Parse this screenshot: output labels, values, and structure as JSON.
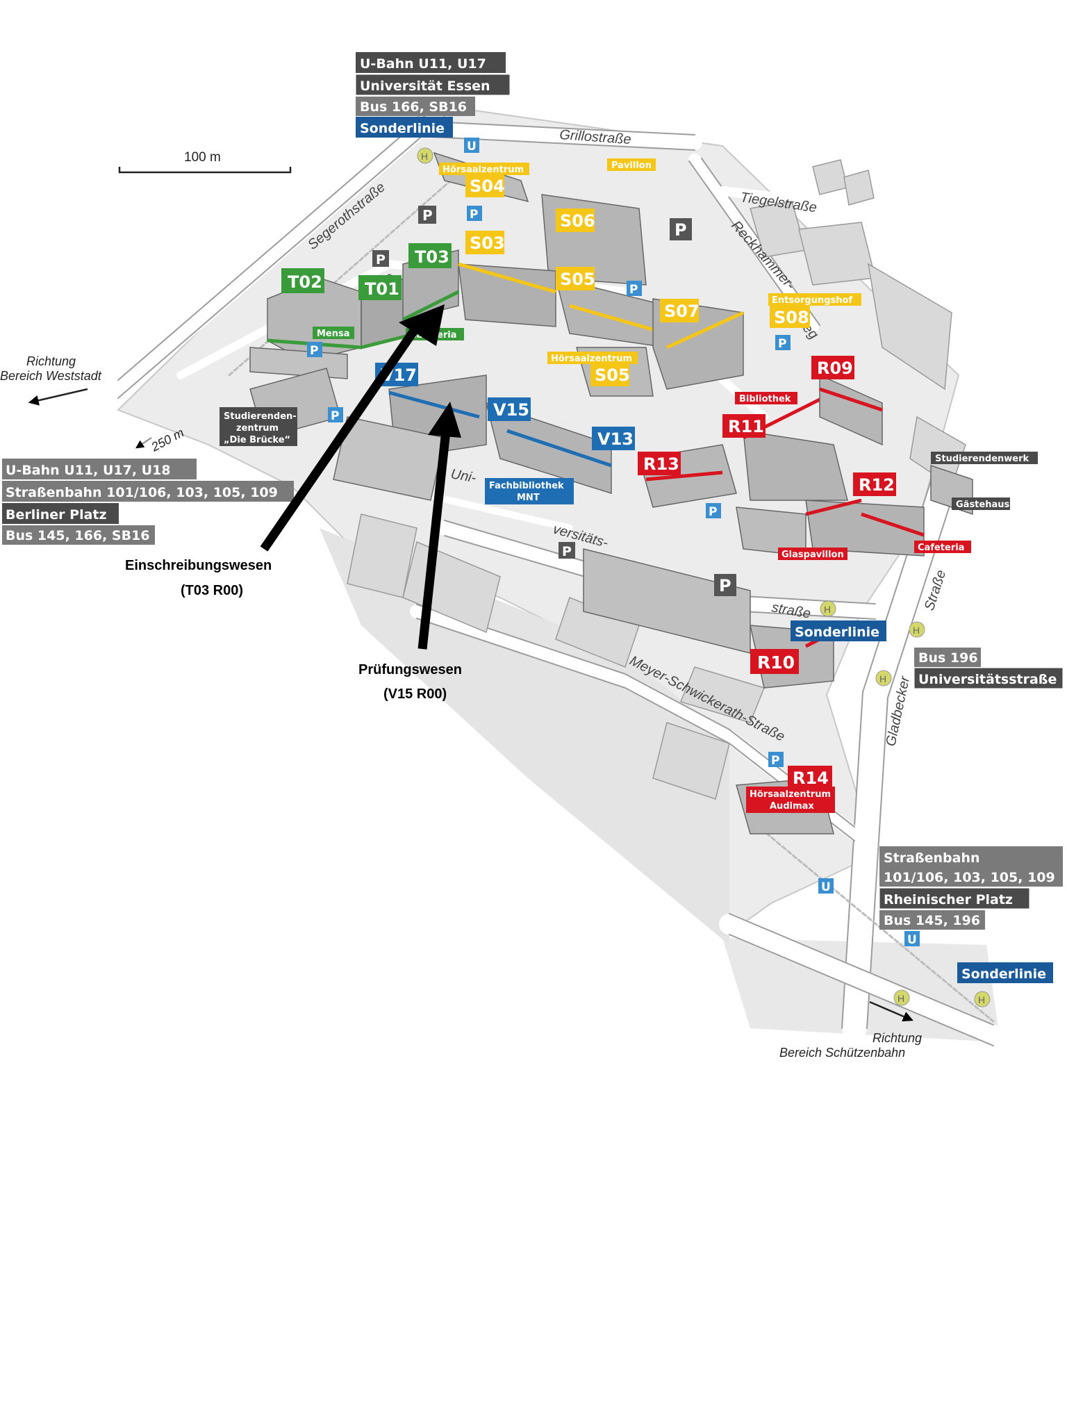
{
  "map": {
    "scale_label": "100 m",
    "distance_label": "250 m",
    "colors": {
      "green": "#3a9b3a",
      "yellow": "#f5c518",
      "blue": "#1f6eb4",
      "red": "#d7141f",
      "dark": "#4a4a4a",
      "gray": "#7a7a7a",
      "navy": "#1a5a9a",
      "arrow": "#000000"
    },
    "roads": {
      "grillostrasse": "Grillostraße",
      "segerothstrasse": "Segerothstraße",
      "tiegelstrasse": "Tiegelstraße",
      "reckhammerweg_1": "Reckhammer-",
      "reckhammerweg_2": "weg",
      "uni_1": "Uni-",
      "uni_2": "versitäts-",
      "uni_3": "straße",
      "meyer": "Meyer-Schwickerath-Straße",
      "gladbecker_1": "Gladbecker",
      "gladbecker_2": "Straße"
    },
    "directions": {
      "west_1": "Richtung",
      "west_2": "Bereich Weststadt",
      "east_1": "Richtung",
      "east_2": "Bereich Schützenbahn"
    },
    "transit_nw": {
      "line1": "U-Bahn U11, U17",
      "line2": "Universität Essen",
      "line3": "Bus 166, SB16",
      "line4": "Sonderlinie"
    },
    "transit_w": {
      "line1": "U-Bahn U11, U17, U18",
      "line2": "Straßenbahn 101/106, 103, 105, 109",
      "line3": "Berliner Platz",
      "line4": "Bus 145, 166, SB16"
    },
    "transit_e": {
      "sonderlinie": "Sonderlinie",
      "bus": "Bus 196",
      "stop": "Universitätsstraße"
    },
    "transit_se": {
      "line1": "Straßenbahn",
      "line2": "101/106, 103, 105, 109",
      "line3": "Rheinischer Platz",
      "line4": "Bus 145, 196",
      "sonderlinie": "Sonderlinie"
    },
    "buildings": {
      "T01": "T01",
      "T02": "T02",
      "T03": "T03",
      "S03": "S03",
      "S04": "S04",
      "S05a": "S05",
      "S05b": "S05",
      "S06": "S06",
      "S07": "S07",
      "S08": "S08",
      "V13": "V13",
      "V15": "V15",
      "V17": "V17",
      "R09": "R09",
      "R10": "R10",
      "R11": "R11",
      "R12": "R12",
      "R13": "R13",
      "R14": "R14"
    },
    "facilities": {
      "hoersaal_s04": "Hörsaalzentrum",
      "pavillon": "Pavillon",
      "entsorgungshof": "Entsorgungshof",
      "hoersaal_s05": "Hörsaalzentrum",
      "mensa": "Mensa",
      "cafeteria_t": "Cafeteria",
      "studierendenzentrum_1": "Studierenden-",
      "studierendenzentrum_2": "zentrum",
      "studierendenzentrum_3": "„Die Brücke“",
      "fachbibliothek_1": "Fachbibliothek",
      "fachbibliothek_2": "MNT",
      "bibliothek": "Bibliothek",
      "studierendenwerk": "Studierendenwerk",
      "gaestehaus": "Gästehaus",
      "glaspavillon": "Glaspavillon",
      "cafeteria_r": "Cafeteria",
      "hoersaal_r14_1": "Hörsaalzentrum",
      "hoersaal_r14_2": "Audimax"
    },
    "symbols": {
      "parking": "P",
      "ubahn": "U",
      "haltestelle": "H"
    },
    "annotations": {
      "einschreibung_1": "Einschreibungswesen",
      "einschreibung_2": "(T03 R00)",
      "pruefung_1": "Prüfungswesen",
      "pruefung_2": "(V15 R00)"
    }
  }
}
